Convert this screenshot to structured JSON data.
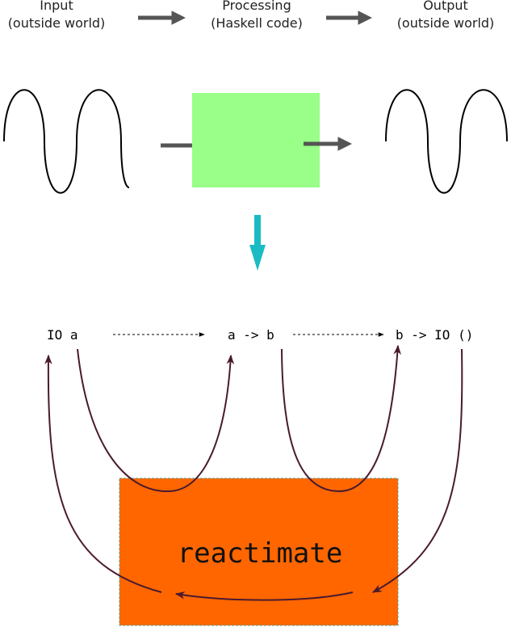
{
  "columns": {
    "input": {
      "line1": "Input",
      "line2": "(outside world)"
    },
    "processing": {
      "line1": "Processing",
      "line2": "(Haskell code)"
    },
    "output": {
      "line1": "Output",
      "line2": "(outside world)"
    }
  },
  "types": {
    "io_a": "IO a",
    "a_to_b": "a -> b",
    "b_to_io": "b -> IO ()"
  },
  "center_label": "reactimate",
  "colors": {
    "gray_arrow": "#555555",
    "processing_box": "#99ff88",
    "teal_arrow": "#1bbbc4",
    "reactimate_box": "#ff6600",
    "reactimate_border": "#5c9e84",
    "flow_curve": "#4a1a2e",
    "wave": "#000000"
  },
  "icons": {
    "flow_arrow": "arrow-right-icon",
    "down_arrow": "arrow-down-icon"
  }
}
